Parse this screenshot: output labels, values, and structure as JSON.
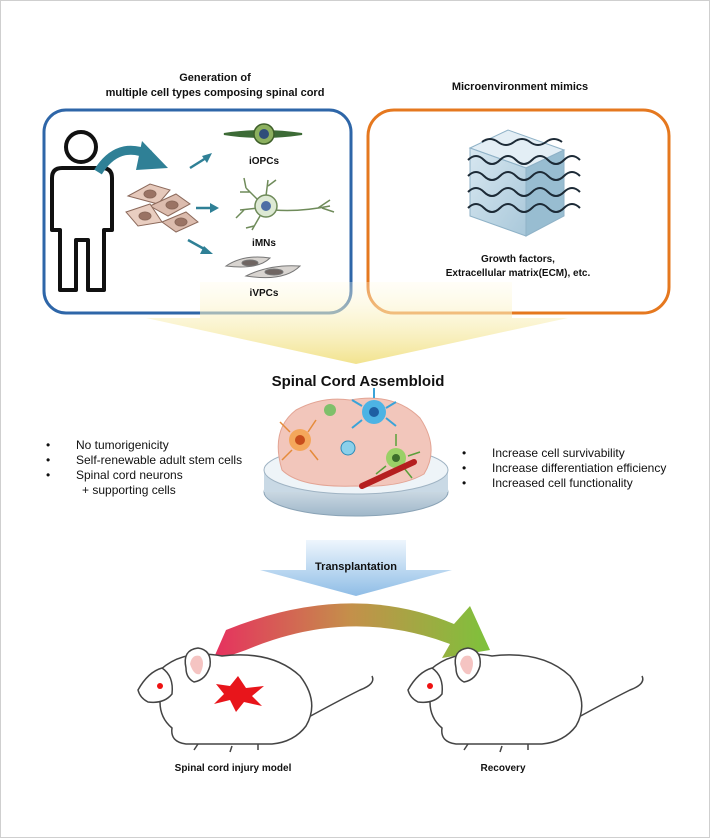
{
  "generation": {
    "title_line1": "Generation of",
    "title_line2": "multiple  cell types composing spinal cord",
    "cell_types": [
      "iOPCs",
      "iMNs",
      "iVPCs"
    ]
  },
  "microenvironment": {
    "title": "Microenvironment  mimics",
    "caption_line1": "Growth factors,",
    "caption_line2": "Extracellular matrix(ECM), etc."
  },
  "assembloid": {
    "title": "Spinal Cord Assembloid",
    "left_points": [
      "No tumorigenicity",
      "Self-renewable adult stem cells",
      "Spinal cord neurons",
      "+ supporting cells"
    ],
    "right_points": [
      "Increase cell survivability",
      "Increase differentiation efficiency",
      "Increased cell functionality"
    ]
  },
  "transplantation": {
    "label": "Transplantation"
  },
  "models": {
    "injury_label": "Spinal cord injury model",
    "recovery_label": "Recovery"
  },
  "colors": {
    "left_box_border": "#2e66a8",
    "right_box_border": "#e5781f",
    "yellow_arrow": "#f4e8a0",
    "blue_arrow": "#a9cbea",
    "red_arrow": "#e8335a",
    "green_arrow": "#8cc43f",
    "injury": "#e8151b",
    "teal_arrow": "#2f8096"
  }
}
